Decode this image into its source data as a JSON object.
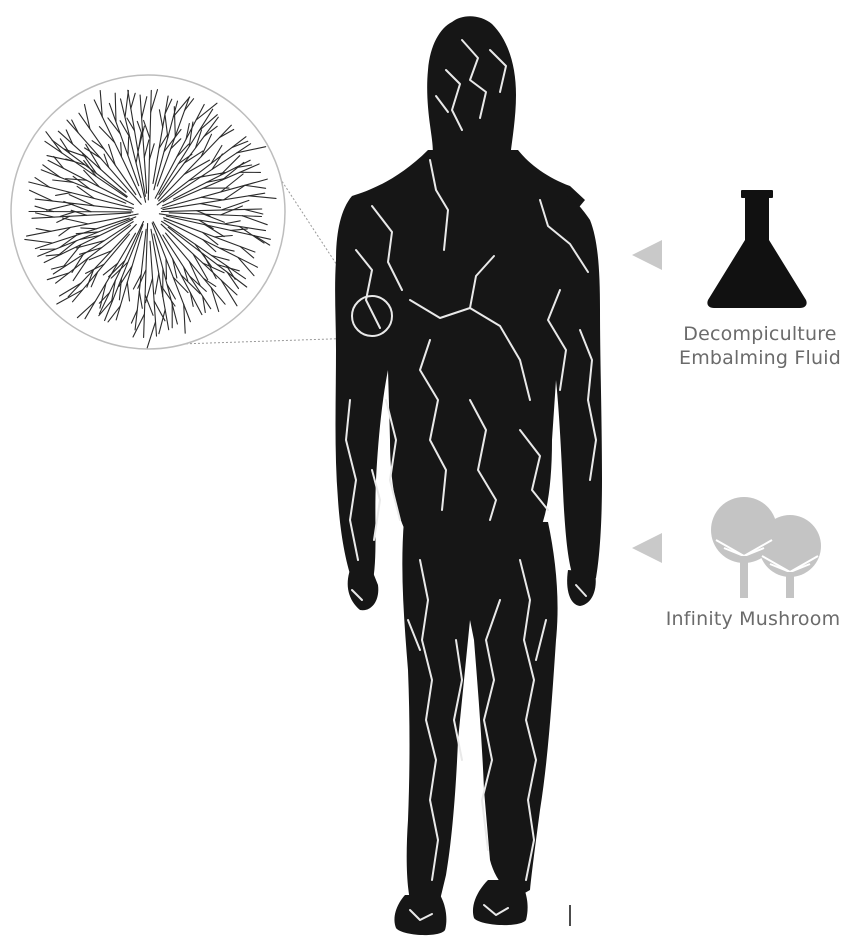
{
  "labels": {
    "fluid_line1": "Decompiculture",
    "fluid_line2": "Embalming Fluid",
    "mushroom": "Infinity Mushroom"
  },
  "colors": {
    "suit": "#161616",
    "veins": "#e9e9e9",
    "icons": "#111111",
    "mushroom": "#c4c4c4",
    "arrows": "#c9c9c9",
    "text": "#6b6b6b"
  },
  "icons": [
    "flask-icon",
    "mushroom-icon",
    "arrow-left-icon",
    "magnifier-circle"
  ]
}
